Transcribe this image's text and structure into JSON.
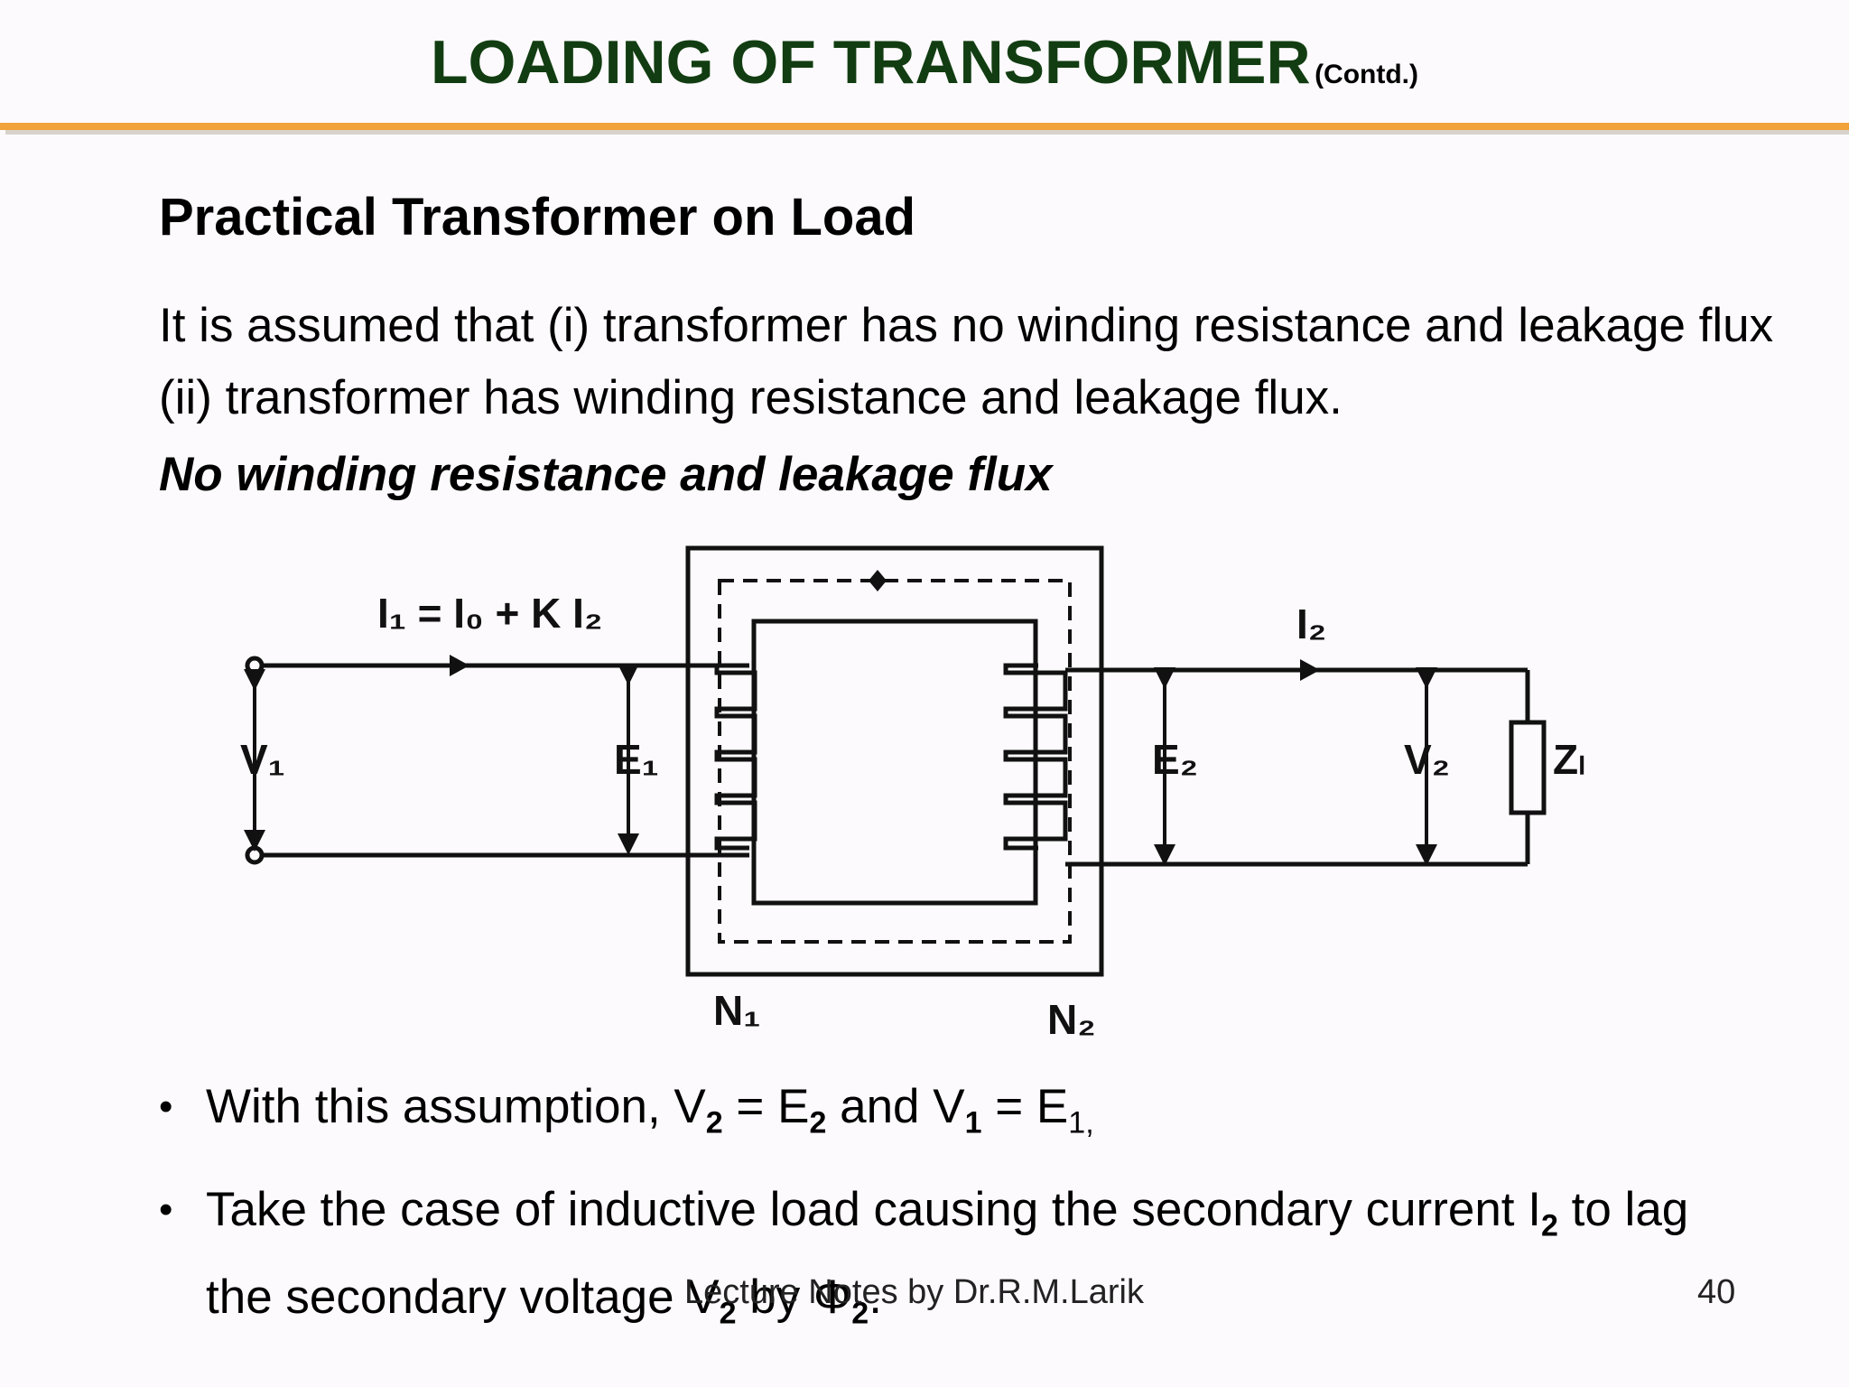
{
  "slide": {
    "title": "LOADING OF TRANSFORMER",
    "title_suffix": "(Contd.)",
    "heading": "Practical Transformer on Load",
    "paragraph": "It is assumed that (i) transformer has no winding resistance and leakage flux (ii) transformer has winding resistance and leakage flux.",
    "subheading": "No winding resistance and leakage flux",
    "footer": "Lecture Notes by Dr.R.M.Larik",
    "page_number": "40"
  },
  "diagram": {
    "current_primary": "I₁ = I₀ + K I₂",
    "current_secondary": "I₂",
    "v1": "V₁",
    "e1": "E₁",
    "e2": "E₂",
    "v2": "V₂",
    "load": "Zₗ",
    "n1": "N₁",
    "n2": "N₂"
  },
  "bullets": {
    "b1": {
      "t1": "With this assumption, V",
      "s1": "2",
      "t2": " = E",
      "s2": "2",
      "t3": " and V",
      "s3": "1",
      "t4": " = E",
      "s4": "1,"
    },
    "b2": {
      "t1": "Take the case of inductive load causing the secondary current I",
      "s1": "2",
      "t2": " to lag the secondary voltage V",
      "s2": "2",
      "t3": " by Φ",
      "s3": "2",
      "t4": "."
    }
  },
  "colors": {
    "title": "#123d12",
    "accent_rule": "#f2a23a"
  }
}
